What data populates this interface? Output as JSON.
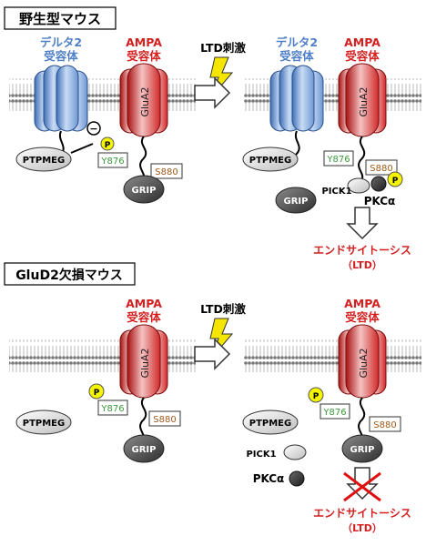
{
  "panels": {
    "wildtype": {
      "title": "野生型マウス",
      "delta2_label_line1": "デルタ2",
      "delta2_label_line2": "受容体",
      "ampa_label_line1": "AMPA",
      "ampa_label_line2": "受容体",
      "stimulus": "LTD刺激",
      "endocytosis_line1": "エンドサイトーシス",
      "endocytosis_line2": "（LTD）"
    },
    "knockout": {
      "title": "GluD2欠損マウス",
      "ampa_label_line1": "AMPA",
      "ampa_label_line2": "受容体",
      "stimulus": "LTD刺激",
      "endocytosis_line1": "エンドサイトーシス",
      "endocytosis_line2": "（LTD）"
    }
  },
  "molecules": {
    "ptpmeg": "PTPMEG",
    "glua2": "GluA2",
    "grip": "GRIP",
    "pick1": "PICK1",
    "pkc": "PKCα",
    "y876": "Y876",
    "s880": "S880",
    "phospho": "P",
    "minus": "−"
  },
  "colors": {
    "delta2": "#4f7fc7",
    "ampa": "#d42020",
    "y876_text": "#3a9a3a",
    "s880_text": "#a05a1a",
    "lightning": "#f5e600",
    "phospho_fill": "#f5f500",
    "cross": "#e01010"
  }
}
